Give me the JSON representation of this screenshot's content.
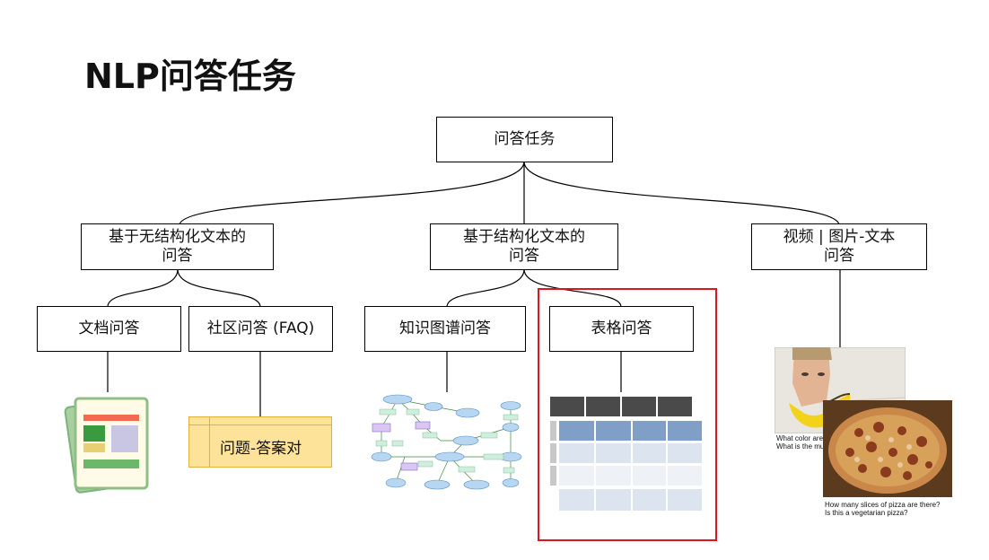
{
  "title": "NLP问答任务",
  "nodes": {
    "root": "问答任务",
    "unstructured": [
      "基于无结构化文本的",
      "问答"
    ],
    "structured": [
      "基于结构化文本的",
      "问答"
    ],
    "multimodal": [
      "视频 | 图片-文本",
      "问答"
    ],
    "doc_qa": "文档问答",
    "community_qa": "社区问答 (FAQ)",
    "kg_qa": "知识图谱问答",
    "table_qa": "表格问答"
  },
  "qa_pair_label": "问题-答案对",
  "vqa": {
    "caption_1": [
      "What color are h",
      "What is the must"
    ],
    "caption_2": [
      "How many slices of pizza are there?",
      "Is this a vegetarian pizza?"
    ]
  },
  "colors": {
    "highlight": "#e0141e",
    "doc_green": "#7bb37b",
    "table_header": "#4a4a4a",
    "table_blue": "#7f9fc6",
    "table_light": "#dbe4ef",
    "kg_node": "#b7d6f2",
    "qa_yellow": "#fde39a"
  }
}
